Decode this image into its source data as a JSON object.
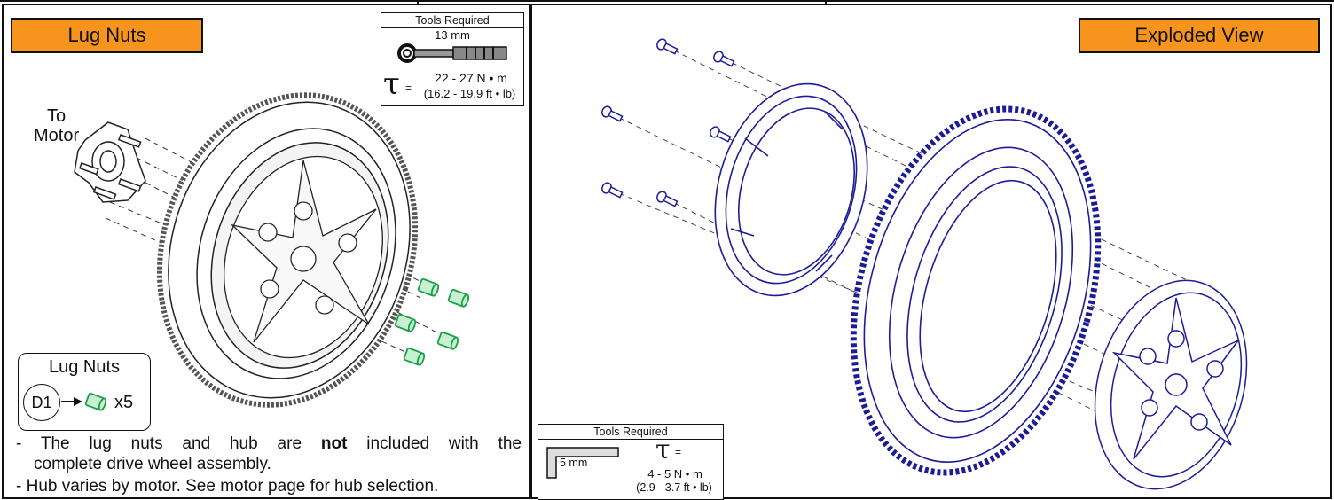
{
  "left_panel": {
    "title": "Lug Nuts",
    "tools": {
      "header": "Tools Required",
      "size": "13 mm",
      "torque_symbol": "τ",
      "torque_eq": "=",
      "torque_nm": "22 - 27 N • m",
      "torque_ftlb": "(16.2 - 19.9 ft • lb)"
    },
    "to_motor_line1": "To",
    "to_motor_line2": "Motor",
    "legend": {
      "title": "Lug Nuts",
      "callout": "D1",
      "qty": "x5"
    },
    "notes": {
      "n1_pre": "- The lug nuts and hub are ",
      "n1_bold": "not",
      "n1_post": " included with the",
      "n1_line2": "complete drive wheel assembly.",
      "n2": "- Hub varies by motor. See motor page for hub selection."
    }
  },
  "right_panel": {
    "title": "Exploded View",
    "tools": {
      "header": "Tools Required",
      "size": "5 mm",
      "torque_symbol": "τ",
      "torque_eq": "=",
      "torque_nm": "4 - 5 N • m",
      "torque_ftlb": "(2.9 - 3.7 ft • lb)"
    }
  },
  "colors": {
    "accent_orange": "#f7941d",
    "lug_nut_green": "#1a9e4a",
    "exploded_blue": "#1c1c9a",
    "line_black": "#111111"
  }
}
